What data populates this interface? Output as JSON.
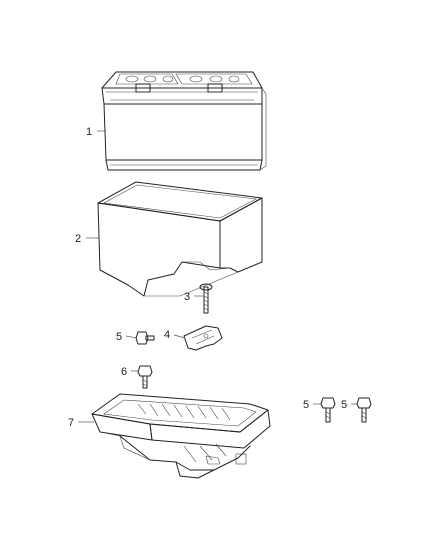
{
  "callouts": {
    "battery": "1",
    "battery_cover": "2",
    "hold_down_bolt": "3",
    "bracket": "4",
    "bolt_left": "5",
    "bolt_tray": "6",
    "bolt_right_a": "5",
    "bolt_right_b": "5",
    "battery_tray": "7"
  }
}
